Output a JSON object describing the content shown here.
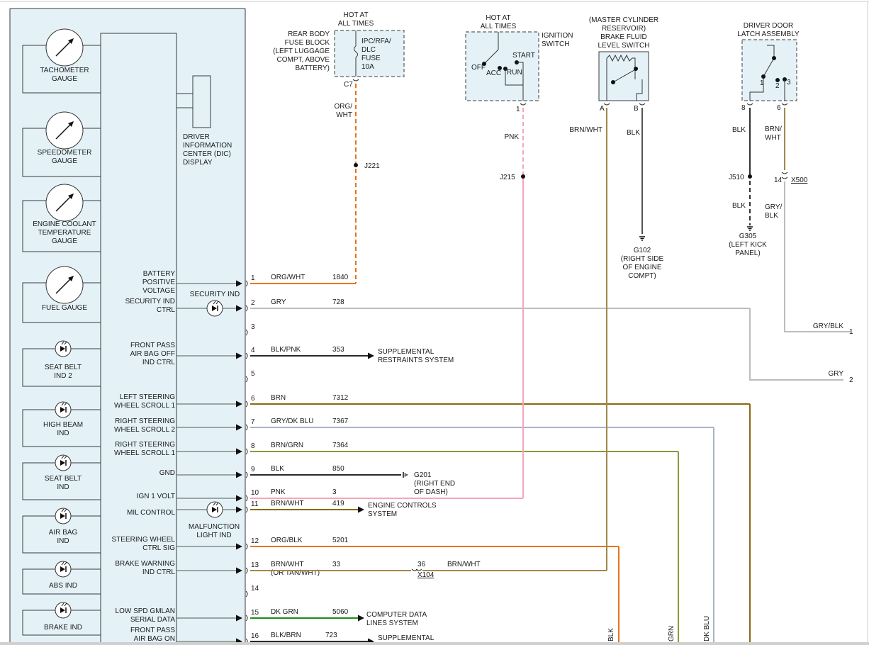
{
  "colors": {
    "orange": "#e8731a",
    "pink": "#f4a7b9",
    "gray": "#bdbdbd",
    "black": "#2a2a2a",
    "brown": "#8b6914",
    "blue_gray": "#a8b4c8",
    "olive": "#8a9a3a",
    "brn_wht": "#a0894a",
    "green": "#1a8a1a",
    "box_fill": "#e4f2f8"
  },
  "gauges": [
    {
      "label": "TACHOMETER\nGAUGE",
      "icon": "gauge-needle-icon"
    },
    {
      "label": "SPEEDOMETER\nGAUGE",
      "icon": "gauge-needle-icon"
    },
    {
      "label": "ENGINE COOLANT\nTEMPERATURE\nGAUGE",
      "icon": "gauge-needle-icon"
    },
    {
      "label": "FUEL GAUGE",
      "icon": "gauge-needle-icon"
    }
  ],
  "indicators": [
    {
      "label": "SEAT BELT\nIND 2",
      "icon": "led-indicator-icon"
    },
    {
      "label": "HIGH BEAM\nIND",
      "icon": "led-indicator-icon"
    },
    {
      "label": "SEAT BELT\nIND",
      "icon": "led-indicator-icon"
    },
    {
      "label": "AIR BAG\nIND",
      "icon": "led-indicator-icon"
    },
    {
      "label": "ABS IND",
      "icon": "led-indicator-icon"
    },
    {
      "label": "BRAKE IND",
      "icon": "led-indicator-icon"
    }
  ],
  "dic_label": "DRIVER\nINFORMATION\nCENTER (DIC)\nDISPLAY",
  "security_ind_label": "SECURITY IND",
  "malfunction_label": "MALFUNCTION\nLIGHT IND",
  "pins": [
    {
      "num": "1",
      "func": "BATTERY\nPOSITIVE\nVOLTAGE",
      "wire": "ORG/WHT",
      "circuit": "1840"
    },
    {
      "num": "2",
      "func": "SECURITY IND\nCTRL",
      "wire": "GRY",
      "circuit": "728"
    },
    {
      "num": "3",
      "func": "",
      "wire": "",
      "circuit": ""
    },
    {
      "num": "4",
      "func": "FRONT PASS\nAIR BAG OFF\nIND CTRL",
      "wire": "BLK/PNK",
      "circuit": "353"
    },
    {
      "num": "5",
      "func": "",
      "wire": "",
      "circuit": ""
    },
    {
      "num": "6",
      "func": "LEFT STEERING\nWHEEL SCROLL 1",
      "wire": "BRN",
      "circuit": "7312"
    },
    {
      "num": "7",
      "func": "RIGHT STEERING\nWHEEL SCROLL 2",
      "wire": "GRY/DK BLU",
      "circuit": "7367"
    },
    {
      "num": "8",
      "func": "RIGHT STEERING\nWHEEL SCROLL 1",
      "wire": "BRN/GRN",
      "circuit": "7364"
    },
    {
      "num": "9",
      "func": "GND",
      "wire": "BLK",
      "circuit": "850"
    },
    {
      "num": "10",
      "func": "IGN 1 VOLT",
      "wire": "PNK",
      "circuit": "3"
    },
    {
      "num": "11",
      "func": "MIL CONTROL",
      "wire": "BRN/WHT",
      "circuit": "419"
    },
    {
      "num": "12",
      "func": "STEERING WHEEL\nCTRL SIG",
      "wire": "ORG/BLK",
      "circuit": "5201"
    },
    {
      "num": "13",
      "func": "BRAKE WARNING\nIND CTRL",
      "wire": "BRN/WHT\n(OR TAN/WHT)",
      "circuit": "33"
    },
    {
      "num": "14",
      "func": "",
      "wire": "",
      "circuit": ""
    },
    {
      "num": "15",
      "func": "LOW SPD GMLAN\nSERIAL DATA",
      "wire": "DK GRN",
      "circuit": "5060"
    },
    {
      "num": "16",
      "func": "FRONT PASS\nAIR BAG ON",
      "wire": "BLK/BRN",
      "circuit": "723"
    }
  ],
  "destinations": {
    "srs": "SUPPLEMENTAL\nRESTRAINTS SYSTEM",
    "g201": "G201\n(RIGHT END\nOF DASH)",
    "engine_controls": "ENGINE CONTROLS\nSYSTEM",
    "computer_data": "COMPUTER DATA\nLINES SYSTEM",
    "srs2": "SUPPLEMENTAL"
  },
  "fuse_block": {
    "hot_label": "HOT AT\nALL TIMES",
    "location": "REAR BODY\nFUSE BLOCK\n(LEFT LUGGAGE\nCOMPT, ABOVE\nBATTERY)",
    "fuse": "IPC/RFA/\nDLC\nFUSE\n10A",
    "connector": "C7",
    "wire": "ORG/\nWHT",
    "splice": "J221"
  },
  "ignition_switch": {
    "hot_label": "HOT AT\nALL TIMES",
    "label": "IGNITION\nSWITCH",
    "positions": [
      "OFF",
      "ACC",
      "RUN",
      "START"
    ],
    "pin": "1",
    "wire": "PNK",
    "splice": "J215"
  },
  "brake_switch": {
    "label": "(MASTER CYLINDER\nRESERVOIR)\nBRAKE FLUID\nLEVEL SWITCH",
    "pin_a": "A",
    "pin_b": "B",
    "wire_a": "BRN/WHT",
    "wire_b": "BLK",
    "ground": "G102\n(RIGHT SIDE\nOF ENGINE\nCOMPT)"
  },
  "door_latch": {
    "label": "DRIVER DOOR\nLATCH ASSEMBLY",
    "pins": [
      "1",
      "2",
      "3"
    ],
    "pin_left": "8",
    "pin_right": "6",
    "wire_left": "BLK",
    "wire_right": "BRN/\nWHT",
    "splice": "J510",
    "wire_left2": "BLK",
    "ground": "G305\n(LEFT KICK\nPANEL)",
    "connector_pin": "14",
    "connector": "X500",
    "wire_right2": "GRY/\nBLK"
  },
  "x104": {
    "pin": "36",
    "connector": "X104",
    "wire": "BRN/WHT"
  },
  "right_edge": [
    {
      "wire": "GRY/BLK",
      "ref": "1"
    },
    {
      "wire": "GRY",
      "ref": "2"
    }
  ],
  "bottom_wires": [
    "BLK",
    "GRN",
    "DK BLU"
  ]
}
